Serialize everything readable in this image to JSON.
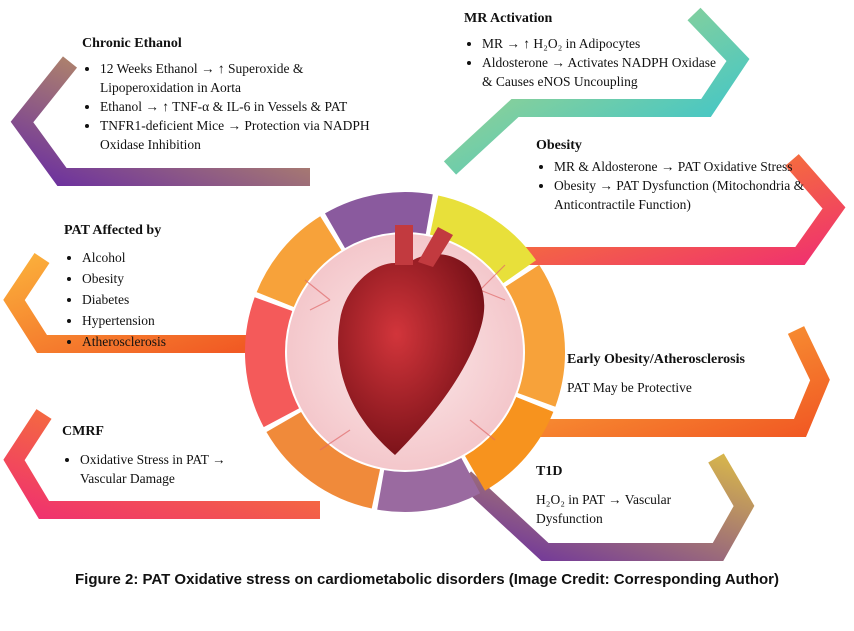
{
  "boxes": {
    "chronic_ethanol": {
      "title": "Chronic Ethanol",
      "items": [
        "12 Weeks Ethanol → ↑ Superoxide & Lipoperoxidation in Aorta",
        "Ethanol → ↑ TNF-α & IL-6 in Vessels & PAT",
        "TNFR1-deficient Mice → Protection via NADPH Oxidase Inhibition"
      ]
    },
    "mr_activation": {
      "title": "MR Activation",
      "items": [
        "MR → ↑ H₂O₂ in Adipocytes",
        "Aldosterone → Activates NADPH Oxidase & Causes eNOS Uncoupling"
      ]
    },
    "obesity": {
      "title": "Obesity",
      "items": [
        "MR & Aldosterone → PAT Oxidative Stress",
        "Obesity → PAT Dysfunction (Mitochondria & Anticontractile Function)"
      ]
    },
    "pat_affected": {
      "title": "PAT Affected by",
      "items": [
        "Alcohol",
        "Obesity",
        "Diabetes",
        "Hypertension",
        "Atherosclerosis"
      ]
    },
    "early_obesity": {
      "title": "Early Obesity/Atherosclerosis",
      "text": "PAT May be Protective"
    },
    "cmrf": {
      "title": "CMRF",
      "items": [
        "Oxidative Stress in PAT → Vascular Damage"
      ]
    },
    "t1d": {
      "title": "T1D",
      "text": "H₂O₂ in PAT → Vascular Dysfunction"
    }
  },
  "caption": "Figure 2: PAT Oxidative stress on cardiometabolic disorders (Image Credit: Corresponding Author)",
  "colors": {
    "purple": "#6b2fa0",
    "gold": "#d9b84a",
    "green": "#a8d27a",
    "cyan": "#2cc3d6",
    "orange": "#f7931e",
    "pink": "#f0326e",
    "yellow": "#f2e22a"
  }
}
